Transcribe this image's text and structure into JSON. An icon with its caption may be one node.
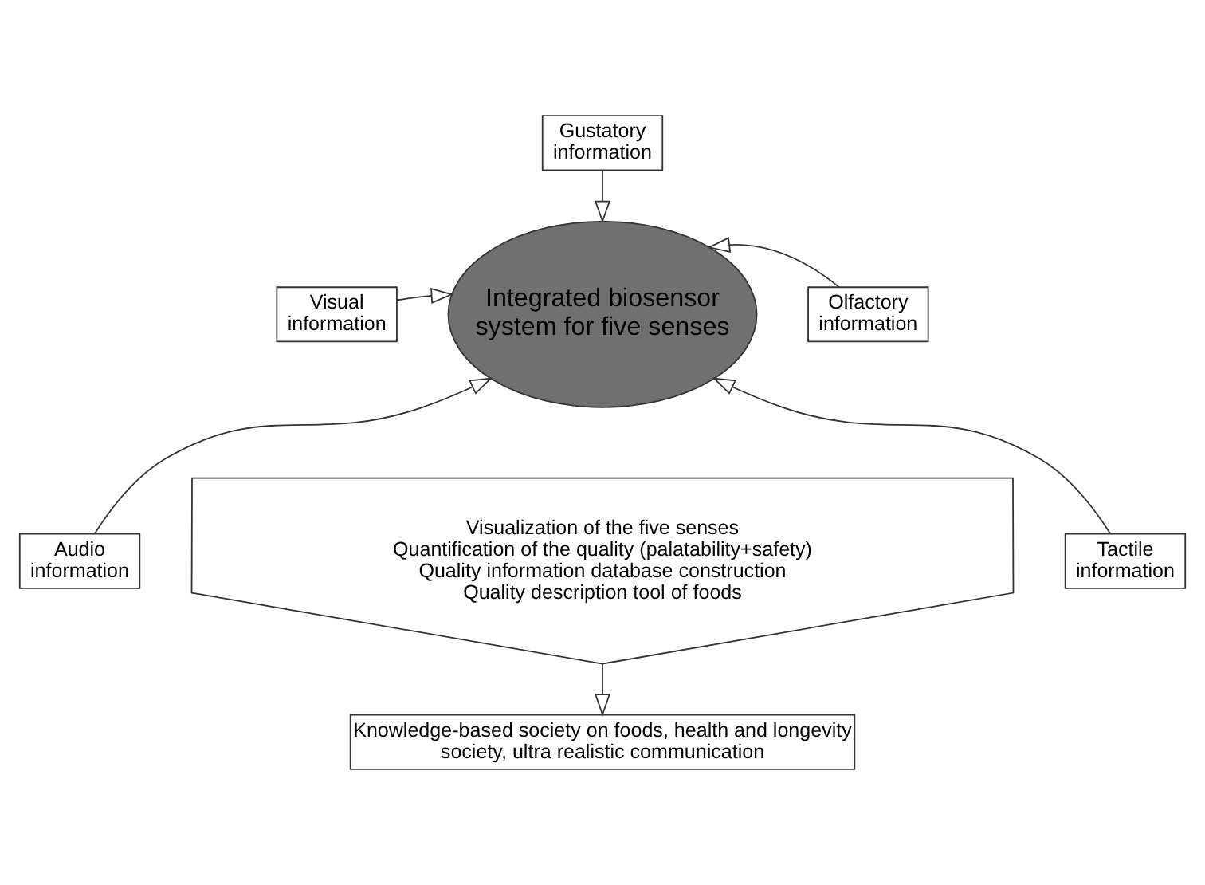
{
  "diagram": {
    "nodes": [
      {
        "text": [
          "Gustatory information"
        ]
      },
      {
        "text": [
          "Visual information"
        ]
      },
      {
        "text": [
          "Olfactory information"
        ]
      },
      {
        "text": [
          "Integrated biosensor system for five senses"
        ]
      },
      {
        "text": [
          "Audio information"
        ]
      },
      {
        "text": [
          "Tactile information"
        ]
      },
      {
        "text": [
          "Visualization of the five senses",
          "Quantification of the quality (palatability+safety)",
          "Quality information database construction",
          "Quality description tool of foods"
        ]
      },
      {
        "text": [
          "Knowledge-based society on foods, health and longevity society, ultra realistic communication"
        ]
      }
    ],
    "edges": [
      {
        "from": 0,
        "to": 3,
        "arrow": "to"
      },
      {
        "from": 1,
        "to": 3,
        "arrow": "to"
      },
      {
        "from": 2,
        "to": 3,
        "arrow": "to"
      },
      {
        "from": 4,
        "to": 3,
        "arrow": "to"
      },
      {
        "from": 5,
        "to": 3,
        "arrow": "to"
      },
      {
        "from": 6,
        "to": 7,
        "arrow": "to"
      }
    ]
  }
}
